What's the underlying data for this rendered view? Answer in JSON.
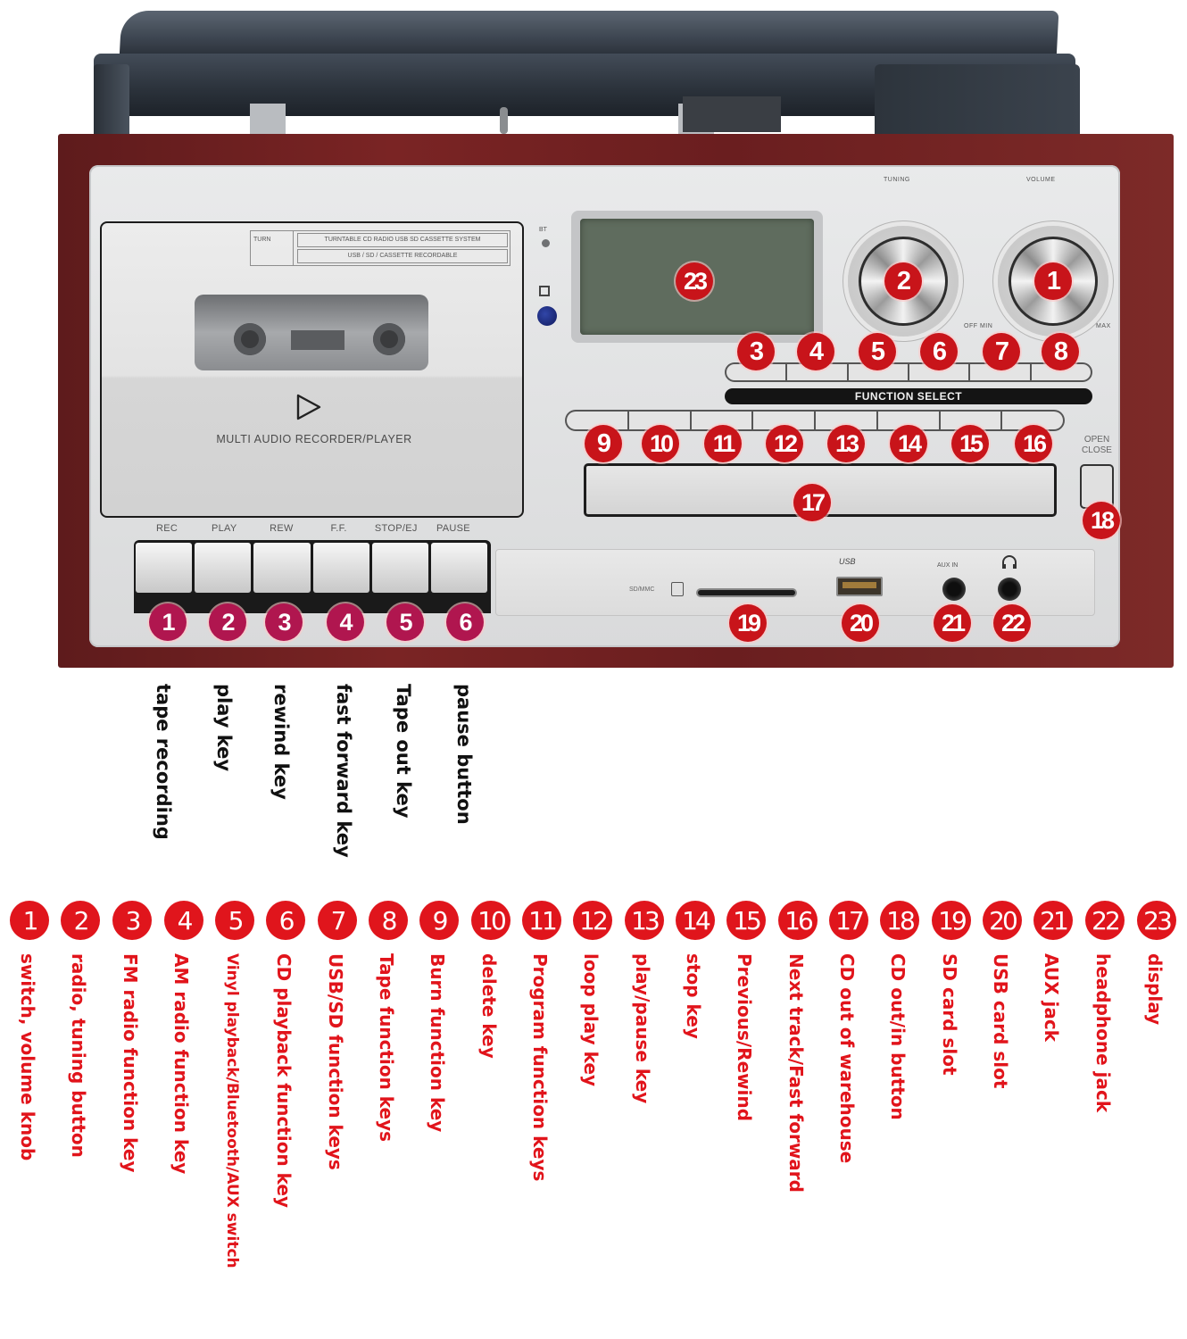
{
  "device": {
    "cassette": {
      "label_left": "TURN",
      "label_line1": "TURNTABLE CD RADIO USB SD CASSETTE SYSTEM",
      "label_line2": "USB / SD / CASSETTE RECORDABLE",
      "brand_text": "MULTI AUDIO RECORDER/PLAYER",
      "transport_labels": [
        "REC",
        "PLAY",
        "REW",
        "F.F.",
        "STOP/EJ",
        "PAUSE"
      ]
    },
    "bt_label": "BT",
    "knobs": {
      "tuning_label": "TUNING",
      "volume_label": "VOLUME",
      "volume_min_label": "OFF MIN",
      "volume_max_label": "MAX"
    },
    "function_select_label": "FUNCTION SELECT",
    "open_close_label_1": "OPEN",
    "open_close_label_2": "CLOSE",
    "io": {
      "sd_label": "SD/MMC",
      "usb_label": "USB",
      "aux_label": "AUX IN"
    }
  },
  "callouts": {
    "display": "23",
    "tuning": "2",
    "volume": "1",
    "function_keys": [
      "3",
      "4",
      "5",
      "6",
      "7",
      "8"
    ],
    "cd_keys": [
      "9",
      "10",
      "11",
      "12",
      "13",
      "14",
      "15",
      "16"
    ],
    "cd_tray": "17",
    "open_close": "18",
    "sd": "19",
    "usb": "20",
    "aux": "21",
    "headphone": "22",
    "transport": [
      "1",
      "2",
      "3",
      "4",
      "5",
      "6"
    ]
  },
  "transport_legend": [
    {
      "num": "1",
      "text": "tape recording"
    },
    {
      "num": "2",
      "text": "play key"
    },
    {
      "num": "3",
      "text": "rewind key"
    },
    {
      "num": "4",
      "text": "fast forward key"
    },
    {
      "num": "5",
      "text": "Tape out key"
    },
    {
      "num": "6",
      "text": "pause button"
    }
  ],
  "legend": [
    {
      "num": "1",
      "text": "switch, volume knob"
    },
    {
      "num": "2",
      "text": "radio, tuning button"
    },
    {
      "num": "3",
      "text": "FM radio function key"
    },
    {
      "num": "4",
      "text": "AM radio function key"
    },
    {
      "num": "5",
      "text": "Vinyl playback/Bluetooth/AUX switch"
    },
    {
      "num": "6",
      "text": "CD playback function key"
    },
    {
      "num": "7",
      "text": "USB/SD function keys"
    },
    {
      "num": "8",
      "text": "Tape function keys"
    },
    {
      "num": "9",
      "text": "Burn function key"
    },
    {
      "num": "10",
      "text": "delete key"
    },
    {
      "num": "11",
      "text": "Program function keys"
    },
    {
      "num": "12",
      "text": "loop play key"
    },
    {
      "num": "13",
      "text": "play/pause key"
    },
    {
      "num": "14",
      "text": "stop key"
    },
    {
      "num": "15",
      "text": "Previous/Rewind"
    },
    {
      "num": "16",
      "text": "Next track/Fast forward"
    },
    {
      "num": "17",
      "text": "CD out of warehouse"
    },
    {
      "num": "18",
      "text": "CD out/in button"
    },
    {
      "num": "19",
      "text": "SD card slot"
    },
    {
      "num": "20",
      "text": "USB card slot"
    },
    {
      "num": "21",
      "text": "AUX jack"
    },
    {
      "num": "22",
      "text": "headphone jack"
    },
    {
      "num": "23",
      "text": "display"
    }
  ],
  "colors": {
    "callout_red": "#c8141a",
    "callout_magenta": "#b0164f",
    "legend_red": "#e1141b",
    "cabinet_wood": "#6e2021",
    "faceplate_silver": "#e2e3e4",
    "lcd_green": "#5f6c5e"
  }
}
